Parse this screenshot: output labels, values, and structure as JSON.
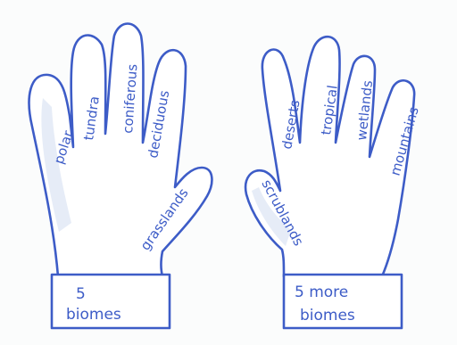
{
  "left_hand": {
    "fingers": [
      "polar",
      "tundra",
      "coniferous",
      "deciduous"
    ],
    "thumb": "grasslands",
    "cuff": [
      "5",
      "biomes"
    ]
  },
  "right_hand": {
    "fingers": [
      "deserts",
      "tropical",
      "wetlands",
      "mountains"
    ],
    "thumb": "scrublands",
    "cuff": [
      "5 more",
      "biomes"
    ]
  },
  "colors": {
    "ink": "#3d5cc7",
    "paper": "#fbfcfc",
    "shade": "#e3eaf6"
  }
}
